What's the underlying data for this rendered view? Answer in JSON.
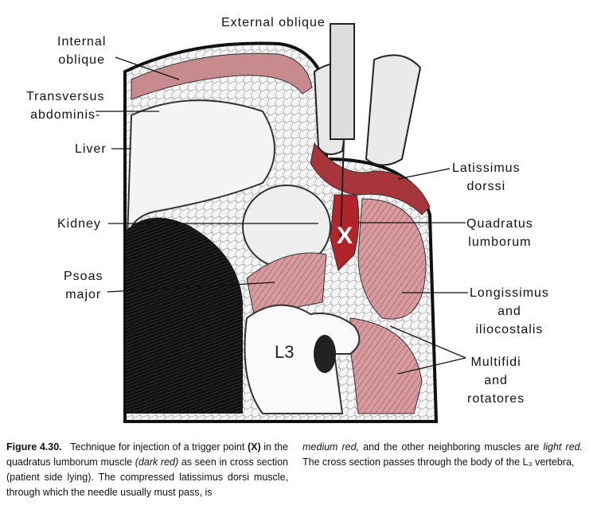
{
  "labels": {
    "external_oblique": "External oblique",
    "internal_oblique_1": "Internal",
    "internal_oblique_2": "oblique",
    "transversus_1": "Transversus",
    "transversus_2": "abdominis-",
    "liver": "Liver",
    "kidney": "Kidney",
    "psoas_1": "Psoas",
    "psoas_2": "major",
    "latissimus_1": "Latissimus",
    "latissimus_2": "dorssi",
    "quadratus_1": "Quadratus",
    "quadratus_2": "lumborum",
    "longissimus_1": "Longissimus",
    "longissimus_2": "and",
    "longissimus_3": "iliocostalis",
    "multifidi_1": "Multifidi",
    "multifidi_2": "and",
    "multifidi_3": "rotatores",
    "vertebra": "L3",
    "trigger_point": "X"
  },
  "caption": {
    "figure_number": "Figure 4.30.",
    "p1": "Technique for injection of a trigger point",
    "x_mark": "(X)",
    "p2": "in the quadratus lumborum muscle",
    "dark_red": "(dark red)",
    "p3": "as seen in cross section (patient side lying). The compressed latissimus dorsi muscle, through which the needle usually must pass, is",
    "medium_red": "medium red,",
    "p4": "and the other neighboring muscles are",
    "light_red": "light red.",
    "p5": "The cross section passes through the body of the L₃ vertebra,"
  },
  "colors": {
    "dark_red": "#b3232a",
    "medium_red": "#a8353a",
    "light_red": "#d9a0a3"
  }
}
